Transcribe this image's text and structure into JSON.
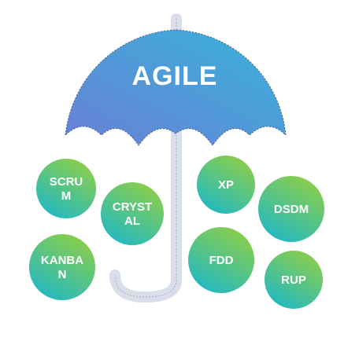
{
  "title": "AGILE",
  "colors": {
    "umbrella_left": "#6a7fd6",
    "umbrella_right": "#36b4da",
    "circle_top": "#8fcf46",
    "circle_bottom": "#1fb8c6",
    "handle": "#d9deea"
  },
  "methods": [
    {
      "id": "scrum",
      "lines": [
        "SCRU",
        "M"
      ]
    },
    {
      "id": "crystal",
      "lines": [
        "CRYST",
        "AL"
      ]
    },
    {
      "id": "xp",
      "lines": [
        "XP"
      ]
    },
    {
      "id": "dsdm",
      "lines": [
        "DSDM"
      ]
    },
    {
      "id": "kanban",
      "lines": [
        "KANBA",
        "N"
      ]
    },
    {
      "id": "fdd",
      "lines": [
        "FDD"
      ]
    },
    {
      "id": "rup",
      "lines": [
        "RUP"
      ]
    }
  ]
}
